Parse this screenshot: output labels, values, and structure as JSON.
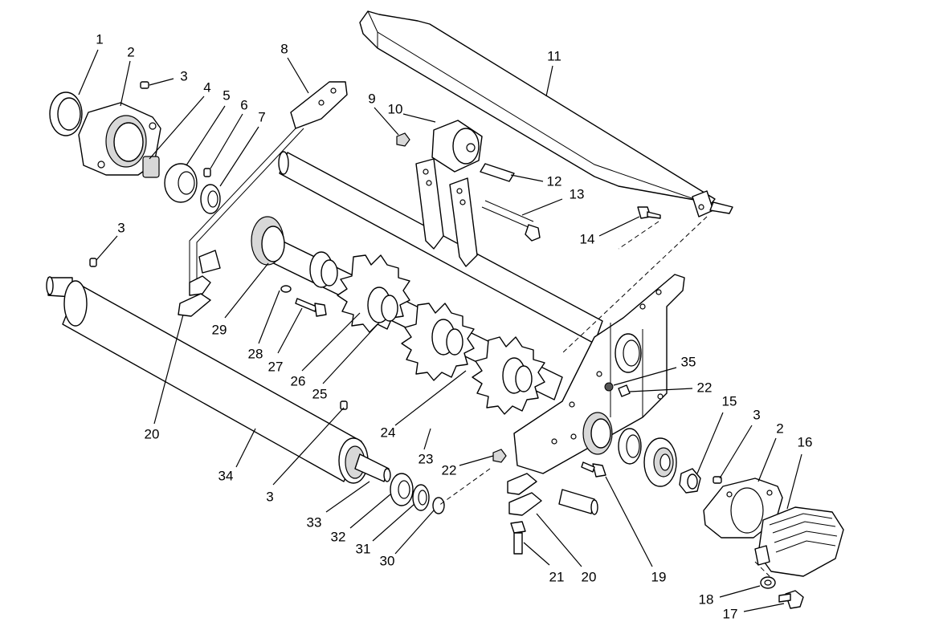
{
  "callouts": [
    {
      "id": "c1",
      "label": "1"
    },
    {
      "id": "c2a",
      "label": "2"
    },
    {
      "id": "c3a",
      "label": "3"
    },
    {
      "id": "c4",
      "label": "4"
    },
    {
      "id": "c5",
      "label": "5"
    },
    {
      "id": "c6",
      "label": "6"
    },
    {
      "id": "c7",
      "label": "7"
    },
    {
      "id": "c8",
      "label": "8"
    },
    {
      "id": "c9",
      "label": "9"
    },
    {
      "id": "c10",
      "label": "10"
    },
    {
      "id": "c11",
      "label": "11"
    },
    {
      "id": "c12",
      "label": "12"
    },
    {
      "id": "c13",
      "label": "13"
    },
    {
      "id": "c14",
      "label": "14"
    },
    {
      "id": "c3b",
      "label": "3"
    },
    {
      "id": "c29",
      "label": "29"
    },
    {
      "id": "c28",
      "label": "28"
    },
    {
      "id": "c27",
      "label": "27"
    },
    {
      "id": "c26",
      "label": "26"
    },
    {
      "id": "c25",
      "label": "25"
    },
    {
      "id": "c20a",
      "label": "20"
    },
    {
      "id": "c35",
      "label": "35"
    },
    {
      "id": "c22a",
      "label": "22"
    },
    {
      "id": "c24",
      "label": "24"
    },
    {
      "id": "c23",
      "label": "23"
    },
    {
      "id": "c22b",
      "label": "22"
    },
    {
      "id": "c15",
      "label": "15"
    },
    {
      "id": "c3c",
      "label": "3"
    },
    {
      "id": "c2b",
      "label": "2"
    },
    {
      "id": "c16",
      "label": "16"
    },
    {
      "id": "c34",
      "label": "34"
    },
    {
      "id": "c3d",
      "label": "3"
    },
    {
      "id": "c33",
      "label": "33"
    },
    {
      "id": "c32",
      "label": "32"
    },
    {
      "id": "c31",
      "label": "31"
    },
    {
      "id": "c30",
      "label": "30"
    },
    {
      "id": "c21",
      "label": "21"
    },
    {
      "id": "c20b",
      "label": "20"
    },
    {
      "id": "c19",
      "label": "19"
    },
    {
      "id": "c18",
      "label": "18"
    },
    {
      "id": "c17",
      "label": "17"
    }
  ]
}
